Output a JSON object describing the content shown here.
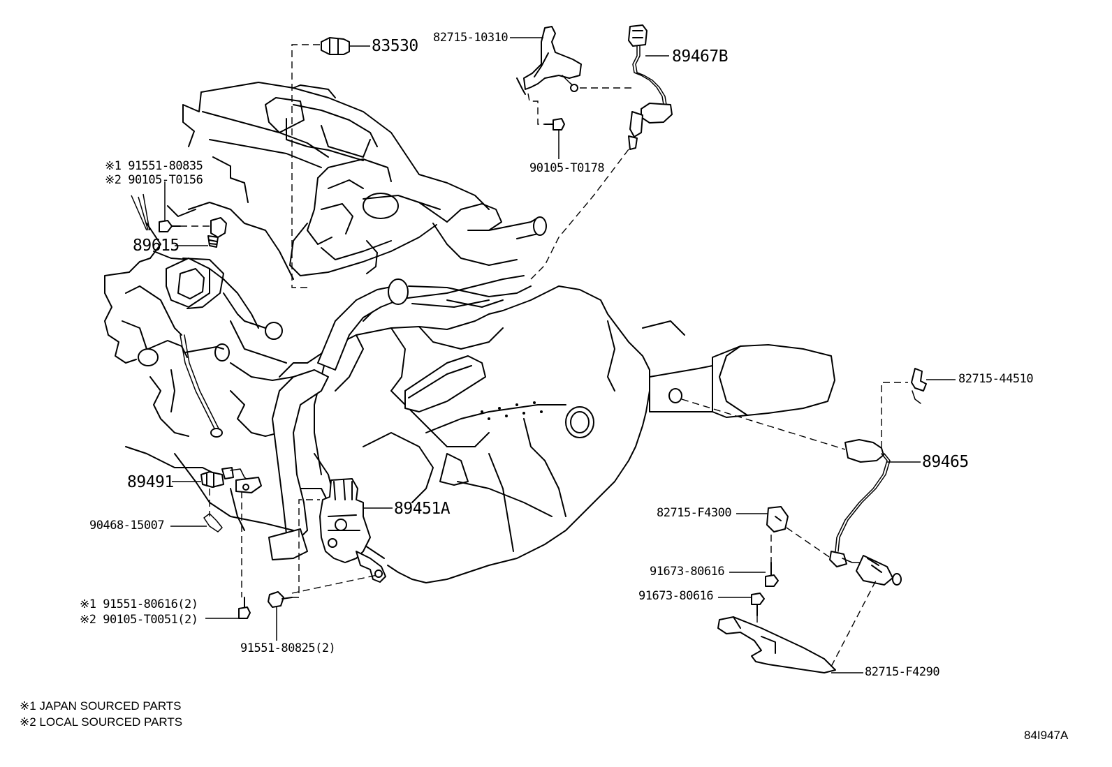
{
  "diagram": {
    "parts": {
      "p83530": "83530",
      "p82715_10310": "82715-10310",
      "p89467B": "89467B",
      "p90105_T0178": "90105-T0178",
      "p91551_80835": "※1 91551-80835",
      "p90105_T0156": "※2 90105-T0156",
      "p89615": "89615",
      "p82715_44510": "82715-44510",
      "p89465": "89465",
      "p89491": "89491",
      "p89451A": "89451A",
      "p90468_15007": "90468-15007",
      "p82715_F4300": "82715-F4300",
      "p91673_80616_a": "91673-80616",
      "p91673_80616_b": "91673-80616",
      "p91551_80616": "※1 91551-80616(2)",
      "p90105_T0051": "※2 90105-T0051(2)",
      "p91551_80825": "91551-80825(2)",
      "p82715_F4290": "82715-F4290"
    },
    "notes": {
      "japan": "※1 JAPAN SOURCED PARTS",
      "local": "※2 LOCAL SOURCED PARTS"
    },
    "diagram_code": "84I947A"
  }
}
